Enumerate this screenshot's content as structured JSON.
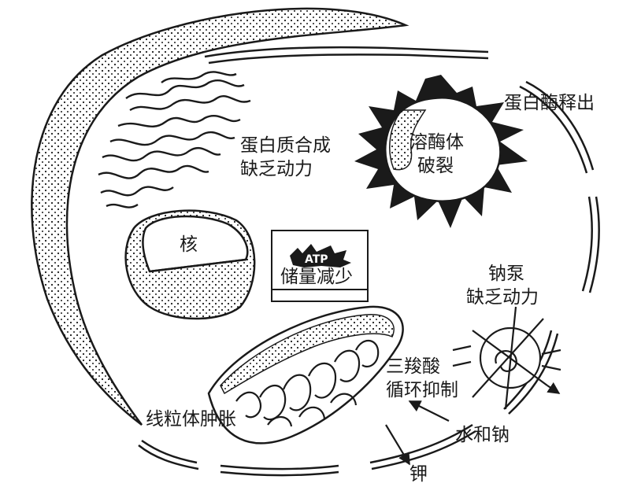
{
  "labels": {
    "protein_synthesis": [
      "蛋白质合成",
      "缺乏动力"
    ],
    "lysosome": [
      "溶酶体",
      "破裂"
    ],
    "enzyme_release": "蛋白酶释出",
    "nucleus": "核",
    "atp_badge": "ATP",
    "atp_reserve": "储量减少",
    "sodium_pump": [
      "钠泵",
      "缺乏动力"
    ],
    "tca_cycle": [
      "三羧酸",
      "循环抑制"
    ],
    "mitochondria": "线粒体肿胀",
    "water_sodium": "水和钠",
    "potassium": "钾"
  },
  "colors": {
    "ink": "#1a1a1a",
    "paper": "#ffffff"
  }
}
